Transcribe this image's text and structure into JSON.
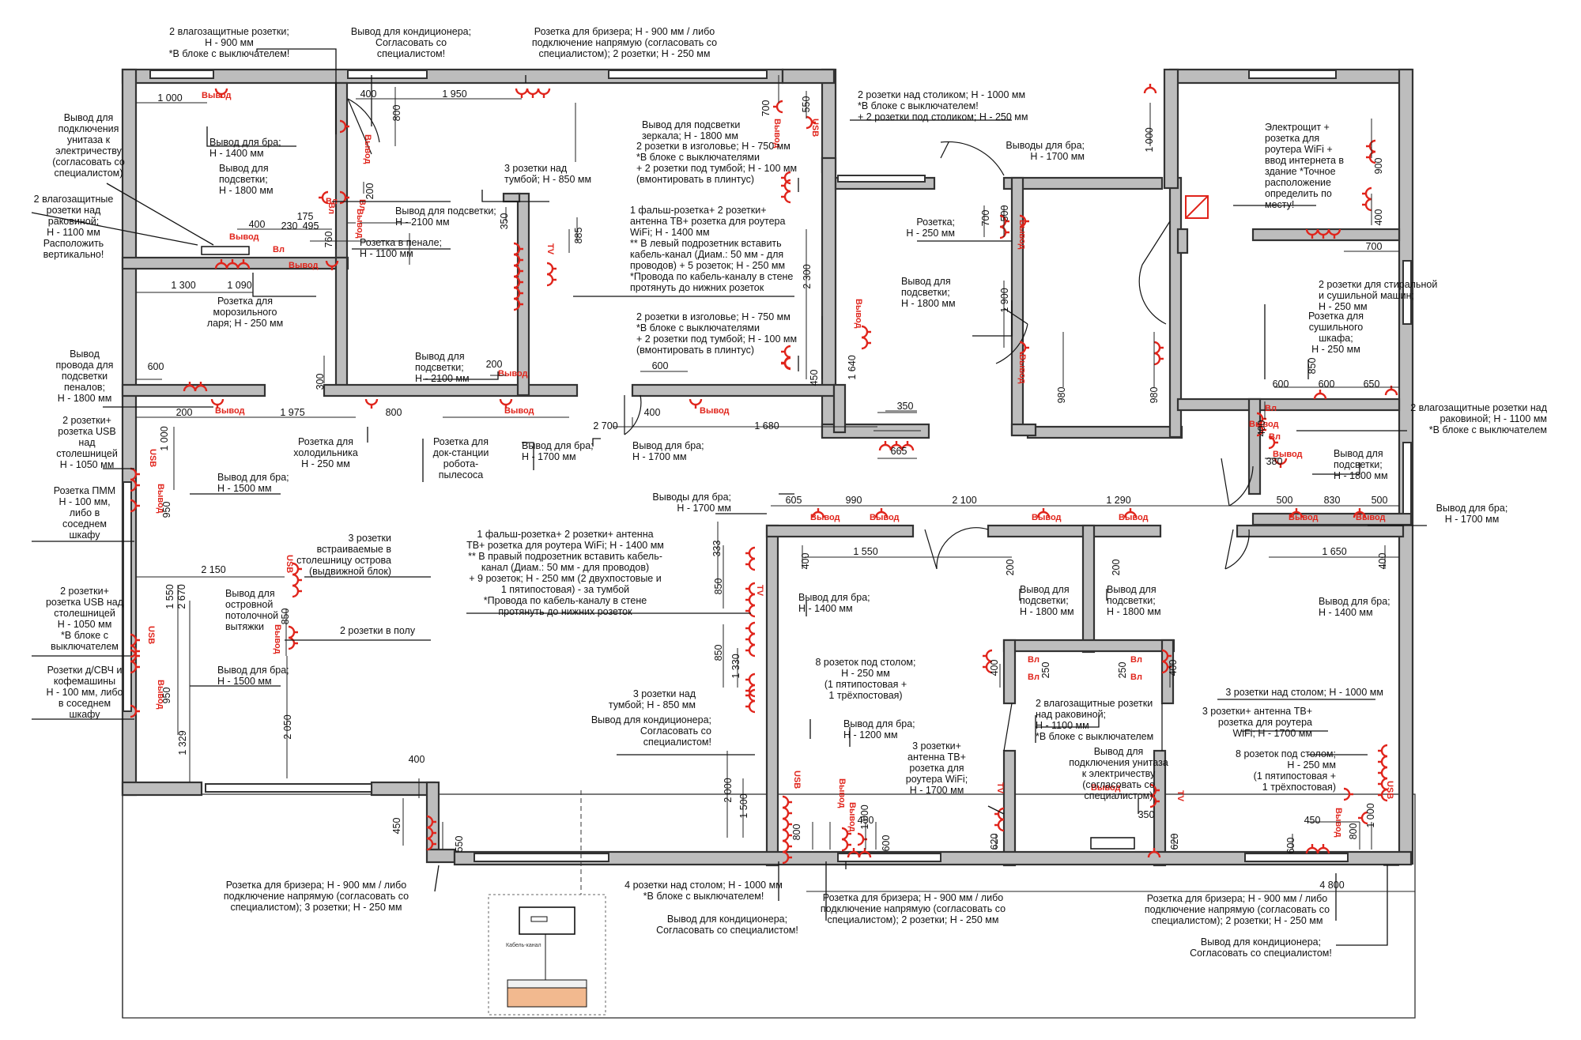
{
  "notes": {
    "n_bath1_sockets": [
      "2 влагозащитные розетки;",
      "Н - 900 мм",
      "*В блоке с выключателем!"
    ],
    "n_ac_top": [
      "Вывод для кондиционера;",
      "Согласовать со",
      "специалистом!"
    ],
    "n_breezer_top": [
      "Розетка для бризера; Н - 900 мм / либо",
      "подключение напрямую (согласовать со",
      "специалистом); 2 розетки; Н - 250 мм"
    ],
    "n_table_top": [
      "2 розетки над столиком; Н - 1000 мм",
      "*В блоке с выключателем!",
      "+ 2 розетки под столиком; Н - 250 мм"
    ],
    "n_toilet_left": [
      "Вывод для",
      "подключения",
      "унитаза к",
      "электричеству",
      "(согласовать со",
      "специалистом)"
    ],
    "n_bra_1400": [
      "Вывод для бра;",
      "Н - 1400 мм"
    ],
    "n_mirror_light": [
      "Вывод для подсветки",
      "зеркала; Н - 1800 мм"
    ],
    "n_wet_sink_left": [
      "2 влагозащитные",
      "розетки над",
      "раковиной;",
      "Н - 1100 мм",
      "Расположить",
      "вертикально!"
    ],
    "n_light_1800_a": [
      "Вывод для",
      "подсветки;",
      "Н - 1800 мм"
    ],
    "n_light_2100_a": [
      "Вывод для подсветки;",
      "Н - 2100 мм"
    ],
    "n_penal": [
      "Розетка в пенале;",
      "Н - 1100 мм"
    ],
    "n_tumba_top": [
      "3 розетки над",
      "тумбой; Н - 850 мм"
    ],
    "n_head_a": [
      "2 розетки в изголовье; Н - 750 мм",
      "*В блоке с выключателями",
      "+ 2 розетки под тумбой; Н - 100 мм",
      "(вмонтировать в плинтус)"
    ],
    "n_tv_router_a": [
      "1 фальш-розетка+ 2 розетки+",
      "антенна ТВ+ розетка для роутера",
      "WiFi; Н - 1400 мм",
      "** В левый подрозетник вставить",
      "кабель-канал (Диам.: 50 мм - для",
      "проводов) + 5 розеток; Н - 250 мм",
      "*Провода по кабель-каналу в стене",
      "протянуть до нижних розеток"
    ],
    "n_head_b": [
      "2 розетки в изголовье; Н - 750 мм",
      "*В блоке с выключателями",
      "+ 2 розетки под тумбой; Н - 100 мм",
      "(вмонтировать в плинтус)"
    ],
    "n_freezer": [
      "Розетка для",
      "морозильного",
      "ларя; Н - 250 мм"
    ],
    "n_penal_light": [
      "Вывод",
      "провода для",
      "подсветки",
      "пеналов;",
      "Н - 1800 мм"
    ],
    "n_light_2100_b": [
      "Вывод для",
      "подсветки;",
      "Н - 2100 мм"
    ],
    "n_fridge": [
      "Розетка для",
      "холодильника",
      "Н - 250 мм"
    ],
    "n_robot": [
      "Розетка для",
      "док-станции",
      "робота-",
      "пылесоса"
    ],
    "n_bra_1700_a": [
      "Вывод для бра;",
      "Н - 1700 мм"
    ],
    "n_bra_1700_b": [
      "Вывод для бра;",
      "Н - 1700 мм"
    ],
    "n_usb_table_a": [
      "2 розетки+",
      "розетка USB",
      "над",
      "столешницей",
      "Н - 1050 мм"
    ],
    "n_bra_1500_a": [
      "Вывод для бра;",
      "Н - 1500 мм"
    ],
    "n_pmm": [
      "Розетка ПММ",
      "Н - 100 мм,",
      "либо в",
      "соседнем",
      "шкафу"
    ],
    "n_island": [
      "3 розетки",
      "встраиваемые в",
      "столешницу острова",
      "(выдвижной блок)"
    ],
    "n_hood": [
      "Вывод для",
      "островной",
      "потолочной",
      "вытяжки"
    ],
    "n_floor": [
      "2 розетки в полу"
    ],
    "n_usb_table_b": [
      "2 розетки+",
      "розетка USB над",
      "столешницей",
      "Н - 1050 мм",
      "*В блоке с",
      "выключателем"
    ],
    "n_bra_1500_b": [
      "Вывод для бра;",
      "Н - 1500 мм"
    ],
    "n_micro": [
      "Розетки д/СВЧ и",
      "кофемашины",
      "Н - 100 мм, либо",
      "в соседнем",
      "шкафу"
    ],
    "n_tv_router_b": [
      "1 фальш-розетка+ 2 розетки+ антенна",
      "ТВ+ розетка для роутера WiFi; Н - 1400 мм",
      "** В правый подрозетник вставить кабель-",
      "канал (Диам.: 50 мм - для проводов)",
      "+ 9 розеток; Н - 250 мм (2 двухпостовые и",
      "1 пятипостовая) - за тумбой",
      "*Провода по кабель-каналу в стене",
      "протянуть до нижних розеток"
    ],
    "n_bra_1700_c": [
      "Выводы для бра;",
      "Н - 1700 мм"
    ],
    "n_bra_1400_b": [
      "Вывод для бра;",
      "Н - 1400 мм"
    ],
    "n_tumba_bot": [
      "3 розетки над",
      "тумбой; Н - 850 мм"
    ],
    "n_ac_mid": [
      "Вывод для кондиционера;",
      "Согласовать со",
      "специалистом!"
    ],
    "n_bra_1700_d": [
      "Выводы для бра;",
      "Н - 1700 мм"
    ],
    "n_rozetka_250": [
      "Розетка;",
      "Н - 250 мм"
    ],
    "n_light_1800_b": [
      "Вывод для",
      "подсветки;",
      "Н - 1800 мм"
    ],
    "n_shield": [
      "Электрощит +",
      "розетка для",
      "роутера WiFi +",
      "ввод интернета в",
      "здание *Точное",
      "расположение",
      "определить по",
      "месту!"
    ],
    "n_washer": [
      "2 розетки для стиральной",
      "и сушильной машин;",
      "Н - 250 мм"
    ],
    "n_dryer": [
      "Розетка для",
      "сушильного",
      "шкафа;",
      "Н - 250 мм"
    ],
    "n_wet_sink_right": [
      "2 влагозащитные розетки над",
      "раковиной; Н - 1100 мм",
      "*В блоке с выключателем"
    ],
    "n_light_1800_c": [
      "Вывод для",
      "подсветки;",
      "Н - 1800 мм"
    ],
    "n_bra_1700_e": [
      "Вывод для бра;",
      "Н - 1700 мм"
    ],
    "n_light_1800_d": [
      "Вывод для",
      "подсветки;",
      "Н - 1800 мм"
    ],
    "n_light_1800_e": [
      "Вывод для",
      "подсветки;",
      "Н - 1800 мм"
    ],
    "n_bra_1400_c": [
      "Вывод для бра;",
      "Н - 1400 мм"
    ],
    "n_8_sock_a": [
      "8 розеток под столом;",
      "Н - 250 мм",
      "(1 пятипостовая +",
      "1 трёхпостовая)"
    ],
    "n_wet_sink_mid": [
      "2 влагозащитные розетки",
      "над раковиной;",
      "Н - 1100 мм",
      "*В блоке с выключателем"
    ],
    "n_bra_1200": [
      "Вывод для бра;",
      "Н - 1200 мм"
    ],
    "n_tv_router_c": [
      "3 розетки+",
      "антенна ТВ+",
      "розетка для",
      "роутера WiFi;",
      "Н - 1700 мм"
    ],
    "n_toilet_mid": [
      "Вывод для",
      "подключения унитаза",
      "к электричеству",
      "(согласовать со",
      "специалистом)"
    ],
    "n_3_table": [
      "3 розетки над столом; Н - 1000 мм"
    ],
    "n_tv_router_d": [
      "3 розетки+ антенна ТВ+",
      "розетка для роутера",
      "WiFi; Н - 1700 мм"
    ],
    "n_8_sock_b": [
      "8 розеток под столом;",
      "Н - 250 мм",
      "(1 пятипостовая +",
      "1 трёхпостовая)"
    ],
    "n_breezer_bl": [
      "Розетка для бризера; Н - 900 мм / либо",
      "подключение напрямую (согласовать со",
      "специалистом); 3 розетки; Н - 250 мм"
    ],
    "n_4_table": [
      "4 розетки над столом; Н - 1000 мм",
      "*В блоке с выключателем!"
    ],
    "n_ac_bot": [
      "Вывод для кондиционера;",
      "Согласовать со специалистом!"
    ],
    "n_breezer_bm": [
      "Розетка для бризера; Н - 900 мм / либо",
      "подключение напрямую (согласовать со",
      "специалистом); 2 розетки; Н - 250 мм"
    ],
    "n_breezer_br": [
      "Розетка для бризера; Н - 900 мм / либо",
      "подключение напрямую (согласовать со",
      "специалистом); 2 розетки; Н - 250 мм"
    ],
    "n_ac_br": [
      "Вывод для кондиционера;",
      "Согласовать со специалистом!"
    ]
  },
  "dims": {
    "d1000": "1 000",
    "d400a": "400",
    "d1950": "1 950",
    "d800a": "800",
    "d550": "550",
    "d700a": "700",
    "d1000b": "1 000",
    "d900": "900",
    "d400b": "400",
    "d700c": "700",
    "d175": "175",
    "d230": "230",
    "d495": "495",
    "d760": "760",
    "d200a": "200",
    "d400c": "400",
    "d350a": "350",
    "d885": "885",
    "d2300": "2 300",
    "d700b": "700",
    "d500a": "500",
    "d1900": "1 900",
    "d1300": "1 300",
    "d1090": "1 090",
    "d600a": "600",
    "d300": "300",
    "d200b": "200",
    "d600b": "600",
    "d450a": "450",
    "d1640": "1 640",
    "d980a": "980",
    "d980b": "980",
    "d350b": "350",
    "d665": "665",
    "d200c": "200",
    "d1975": "1 975",
    "d800b": "800",
    "d2700": "2 700",
    "d400d": "400",
    "d1680": "1 680",
    "d1000c": "1 000",
    "d950a": "950",
    "d400e": "400",
    "d850a": "850",
    "d600c": "600",
    "d600d": "600",
    "d650": "650",
    "d380": "380",
    "d605": "605",
    "d990": "990",
    "d2100": "2 100",
    "d1290": "1 290",
    "d500b": "500",
    "d830": "830",
    "d500c": "500",
    "d333": "333",
    "d400f": "400",
    "d1550": "1 550",
    "d2150": "2 150",
    "d1550b": "1 550",
    "d2670": "2 670",
    "d850b": "850",
    "d850c": "850",
    "d850d": "850",
    "d1330": "1 330",
    "d200d": "200",
    "d200e": "200",
    "d1650": "1 650",
    "d400g": "400",
    "d950b": "950",
    "d1329": "1 329",
    "d2050": "2 050",
    "d400h": "400",
    "d250a": "250",
    "d250b": "250",
    "d400i": "400",
    "d2000": "2 000",
    "d1500": "1 500",
    "d400j": "400",
    "d450b": "450",
    "d550b": "550",
    "d800c": "800",
    "d1000d": "1 000",
    "d450c": "450",
    "d600e": "600",
    "d620a": "620",
    "d350c": "350",
    "d620b": "620",
    "d600f": "600",
    "d450d": "450",
    "d800d": "800",
    "d1000e": "1 000",
    "d4800": "4 800"
  },
  "labels": {
    "vyvod": "Вывод",
    "vl": "Вл",
    "tv": "TV",
    "usb": "USB",
    "cable_channel": "Кабель-канал"
  },
  "icons": {
    "socket": "socket-icon",
    "shield": "electrical-panel-icon",
    "window": "window-icon"
  },
  "colors": {
    "accent": "#e0241b",
    "wall": "#bdbdbd"
  }
}
